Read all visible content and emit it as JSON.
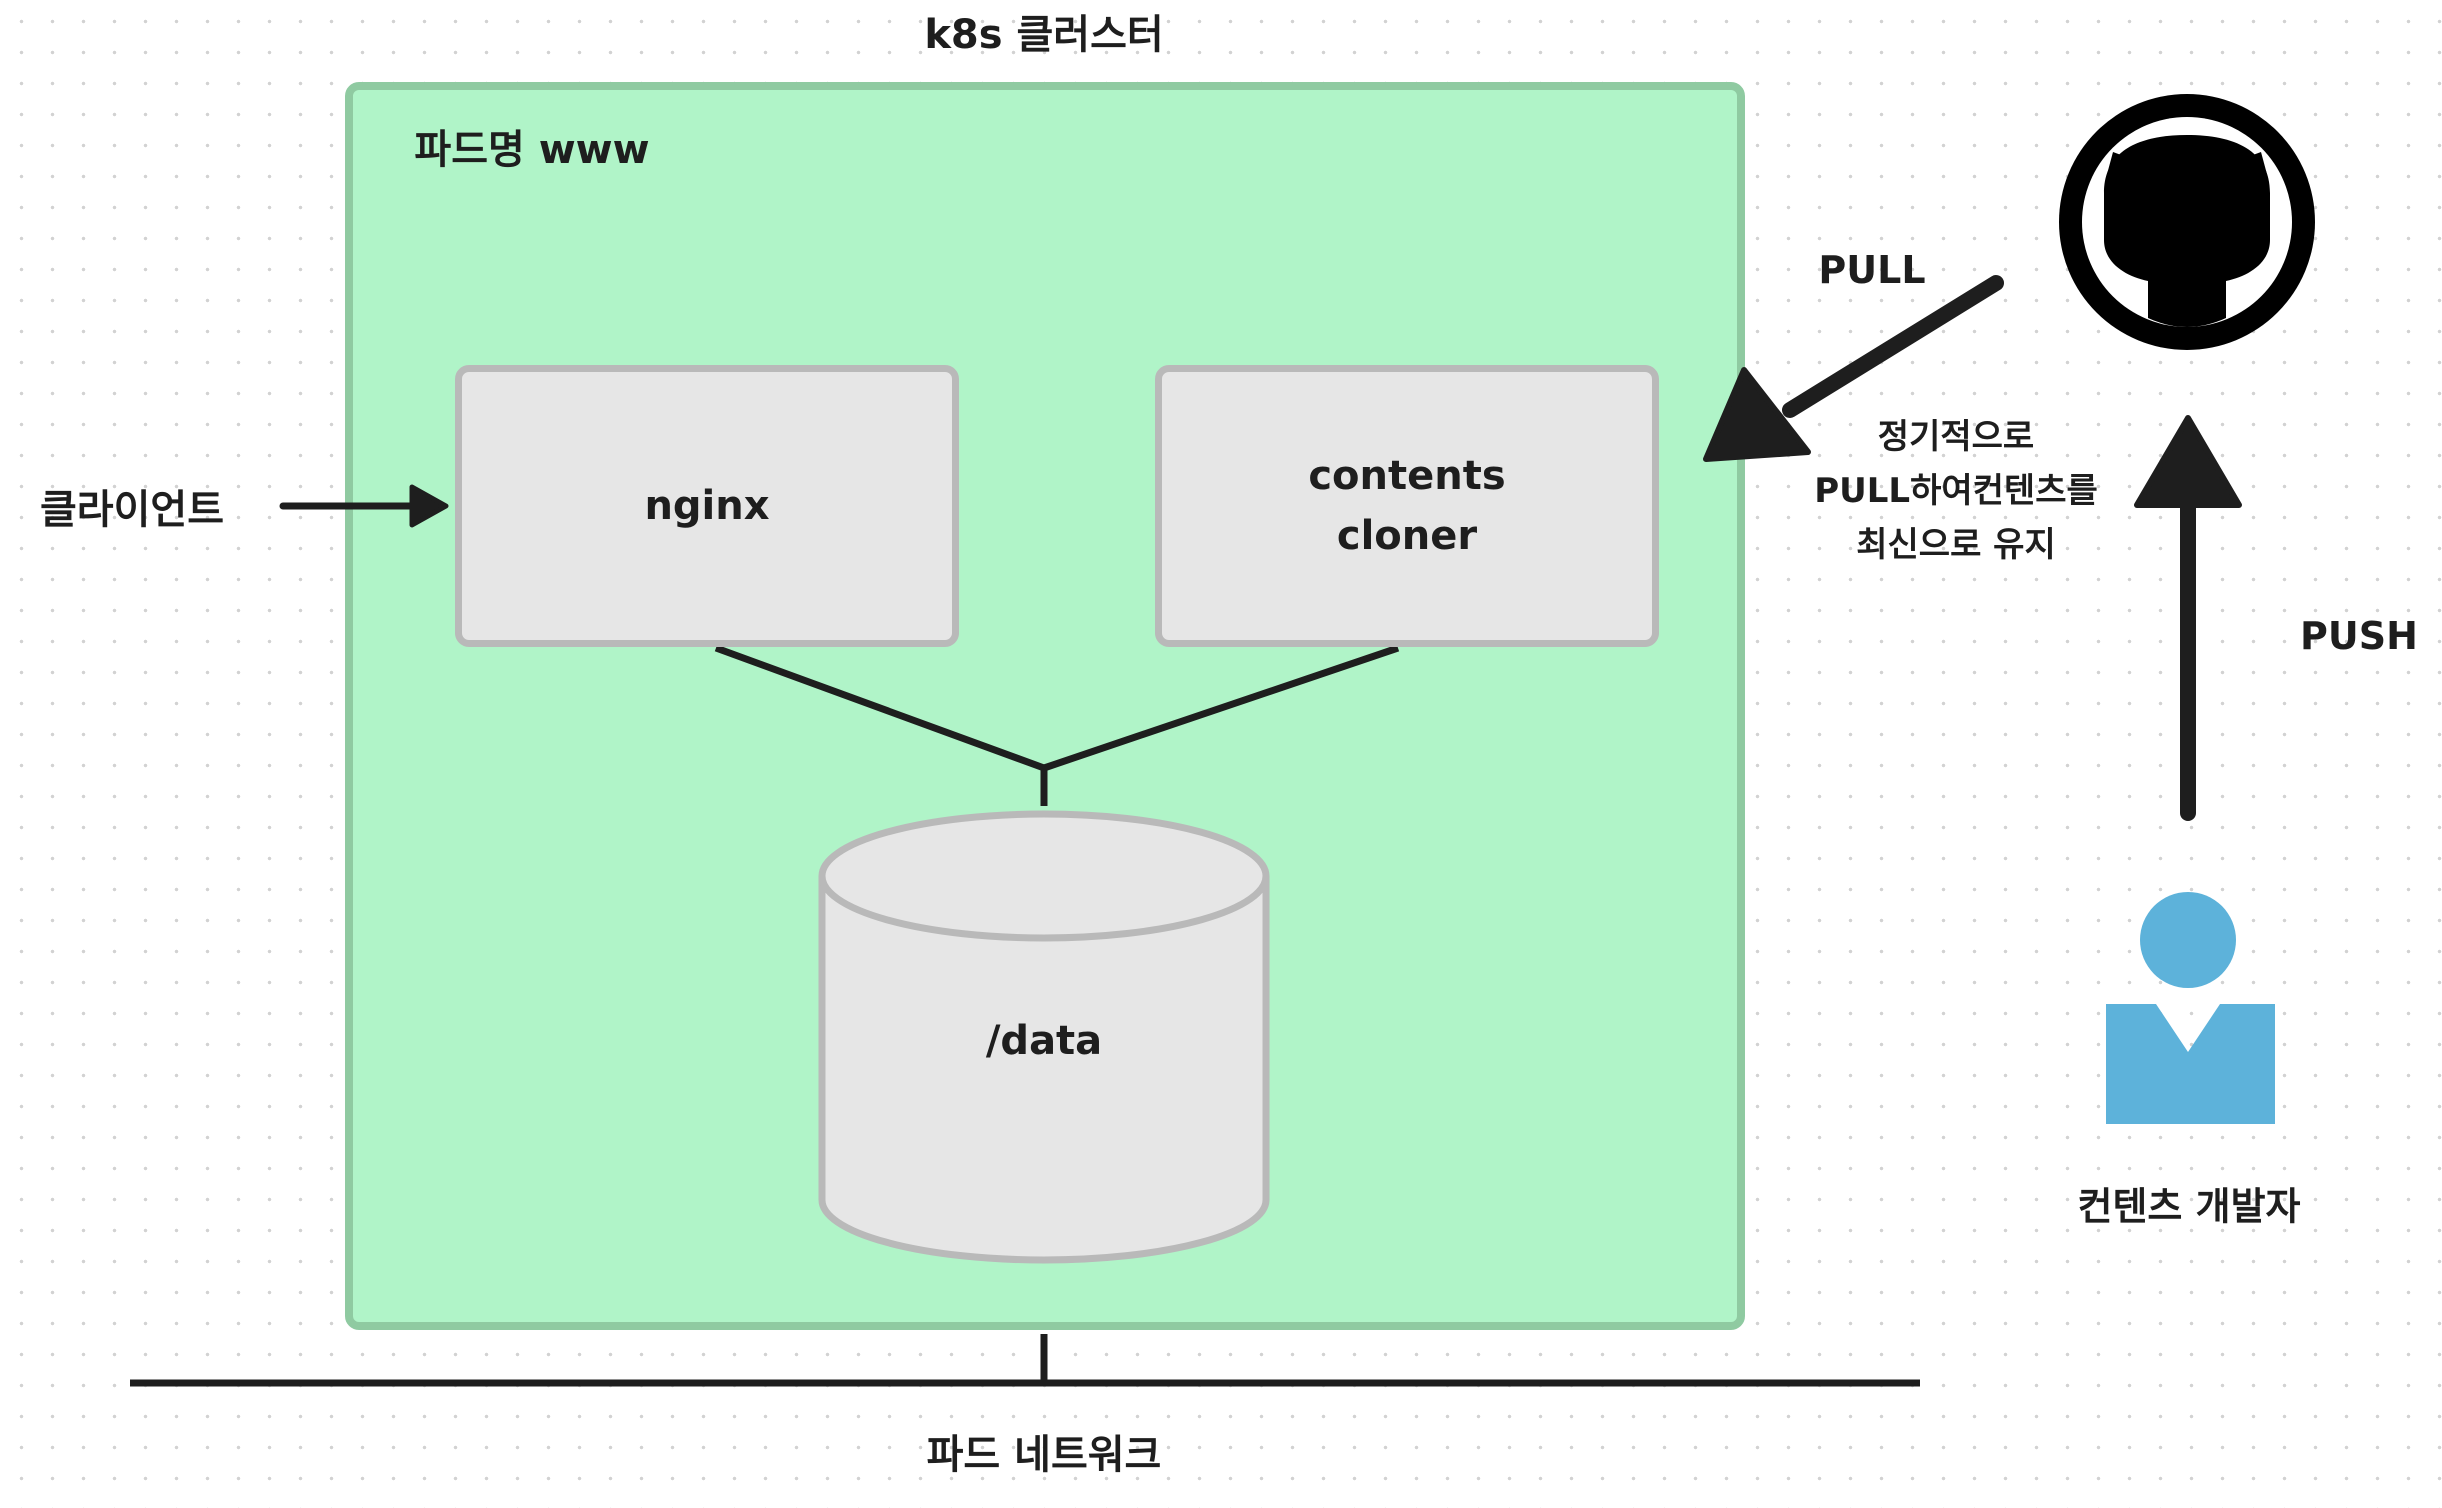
{
  "diagram": {
    "cluster_title": "k8s 클러스터",
    "pod_name": "파드명 www",
    "nginx_label": "nginx",
    "cloner_label_lines": [
      "contents",
      "cloner"
    ],
    "data_label": "/data",
    "client_label": "클라이언트",
    "network_label": "파드 네트워크",
    "pull_label": "PULL",
    "push_label": "PUSH",
    "note_lines": [
      "정기적으로",
      "PULL하여컨텐츠를",
      "최신으로 유지"
    ],
    "developer_label": "컨텐츠 개발자",
    "icons": {
      "repository": "github-icon",
      "developer": "user-icon"
    },
    "colors": {
      "pod_fill": "#b0f4c8",
      "pod_border": "#8fcaa1",
      "box_fill": "#e6e6e6",
      "box_border": "#b9b9b9",
      "user_icon": "#5db2da",
      "stroke": "#1e1e1e"
    }
  }
}
